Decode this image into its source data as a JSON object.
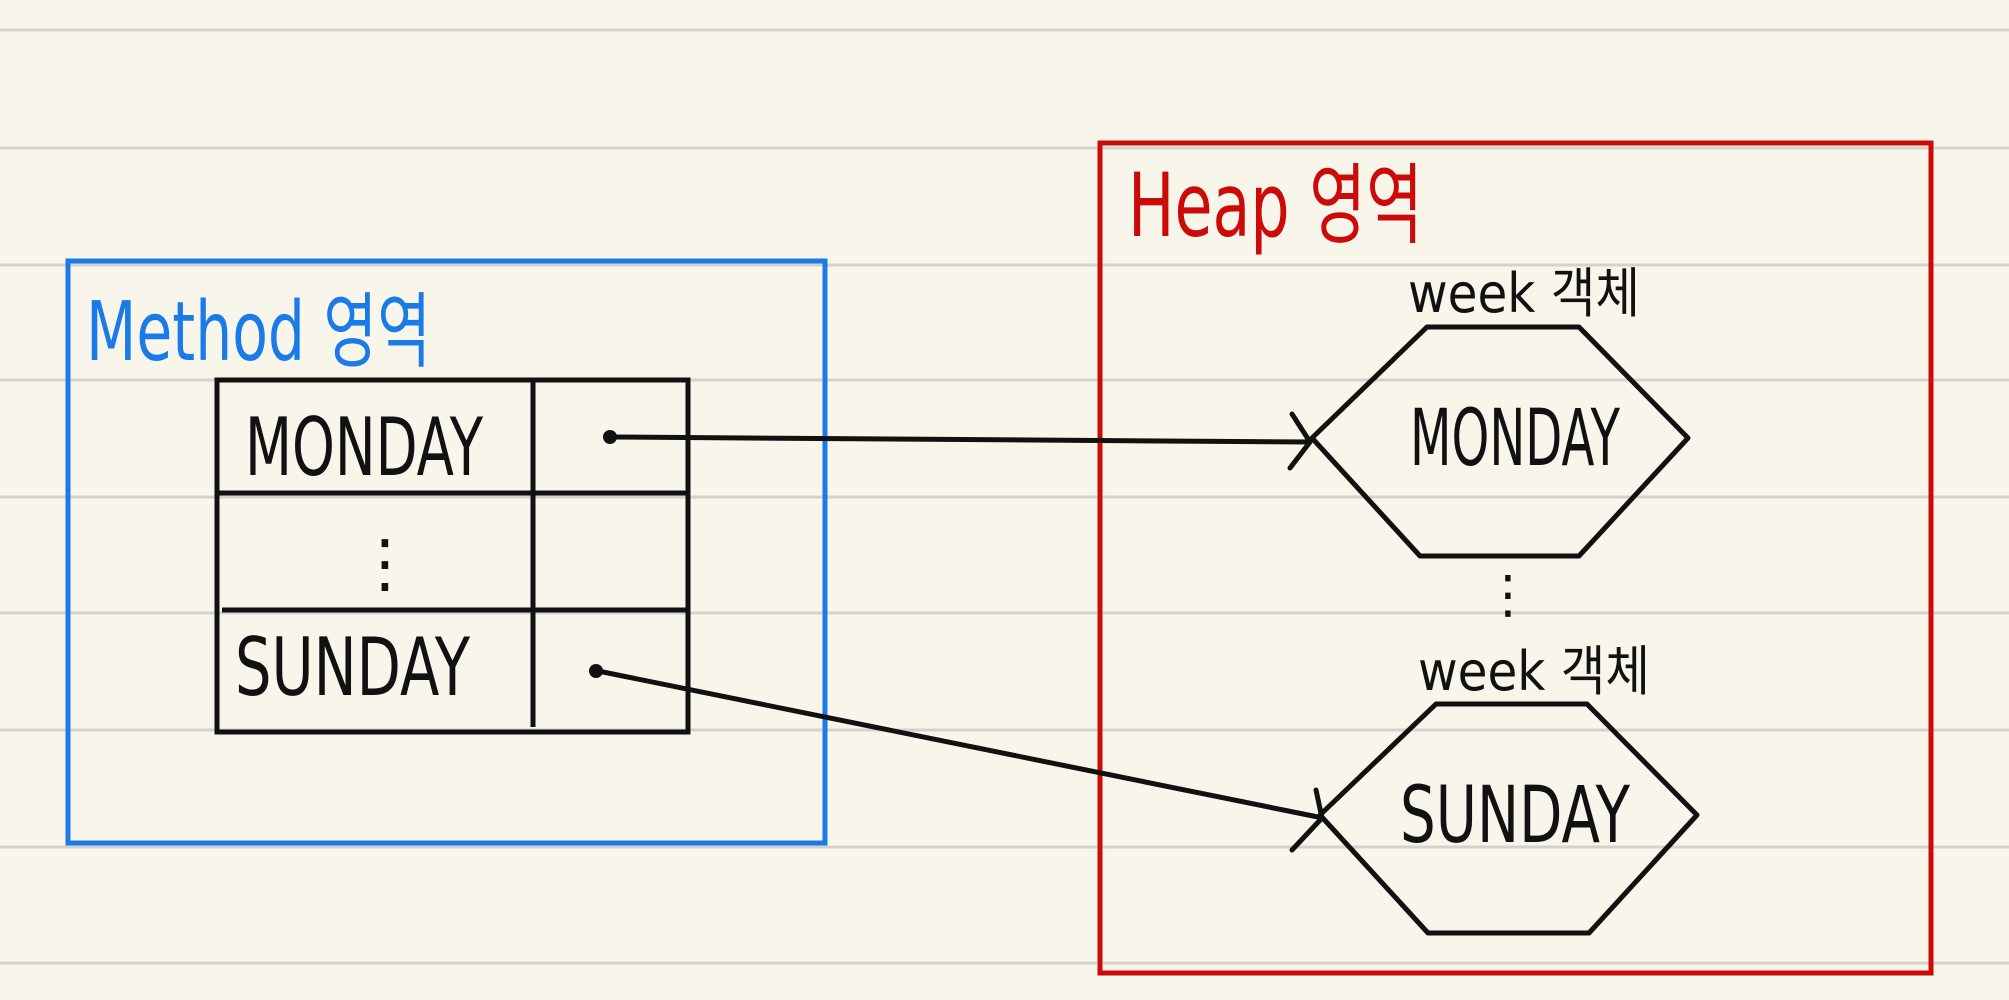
{
  "method_area": {
    "title": "Method 영역",
    "color": "#1a7ae8",
    "rows": [
      {
        "name": "MONDAY",
        "has_ref": true
      },
      {
        "name": "⋮",
        "has_ref": false
      },
      {
        "name": "SUNDAY",
        "has_ref": true
      }
    ]
  },
  "heap_area": {
    "title": "Heap 영역",
    "color": "#cc0a0a",
    "objects": [
      {
        "caption": "week 객체",
        "value": "MONDAY"
      },
      {
        "caption": "week 객체",
        "value": "SUNDAY"
      }
    ],
    "ellipsis": "⋮"
  },
  "colors": {
    "background": "#f8f6ea",
    "rule_lines": "#d3d2cc",
    "ink": "#111111"
  }
}
